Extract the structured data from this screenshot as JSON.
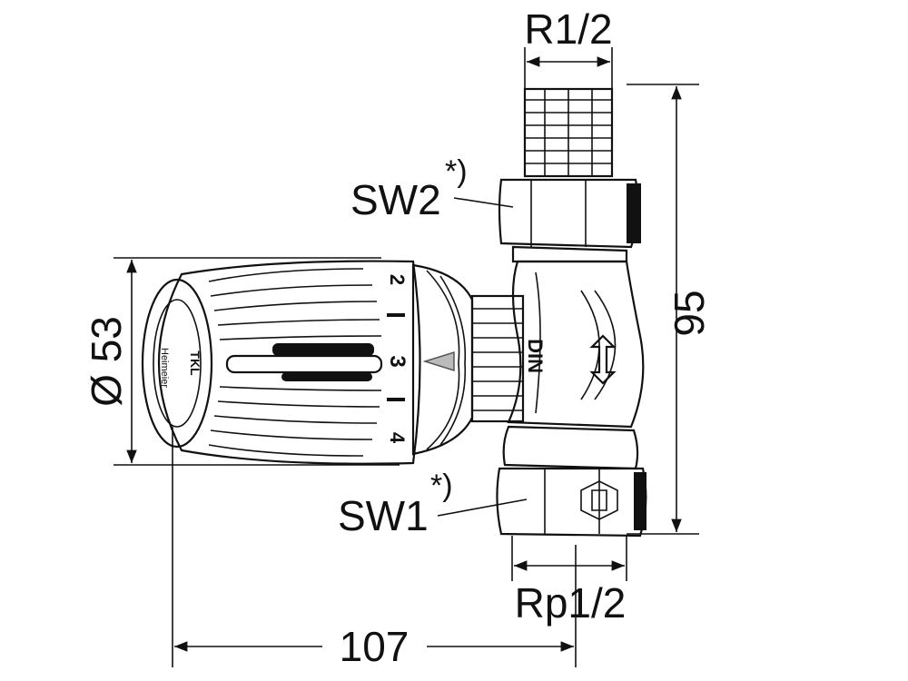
{
  "dimensions": {
    "thread_top": "R1/2",
    "thread_bottom": "Rp1/2",
    "height": "95",
    "diameter": "Ø 53",
    "length": "107"
  },
  "callouts": {
    "sw2": "SW2",
    "sw1": "SW1",
    "footnote_mark": "*)"
  },
  "head": {
    "scale_marks": [
      "2",
      "3",
      "4"
    ],
    "brand": "Heimeier",
    "logo": "TKL"
  },
  "valve_marking": "DIN"
}
